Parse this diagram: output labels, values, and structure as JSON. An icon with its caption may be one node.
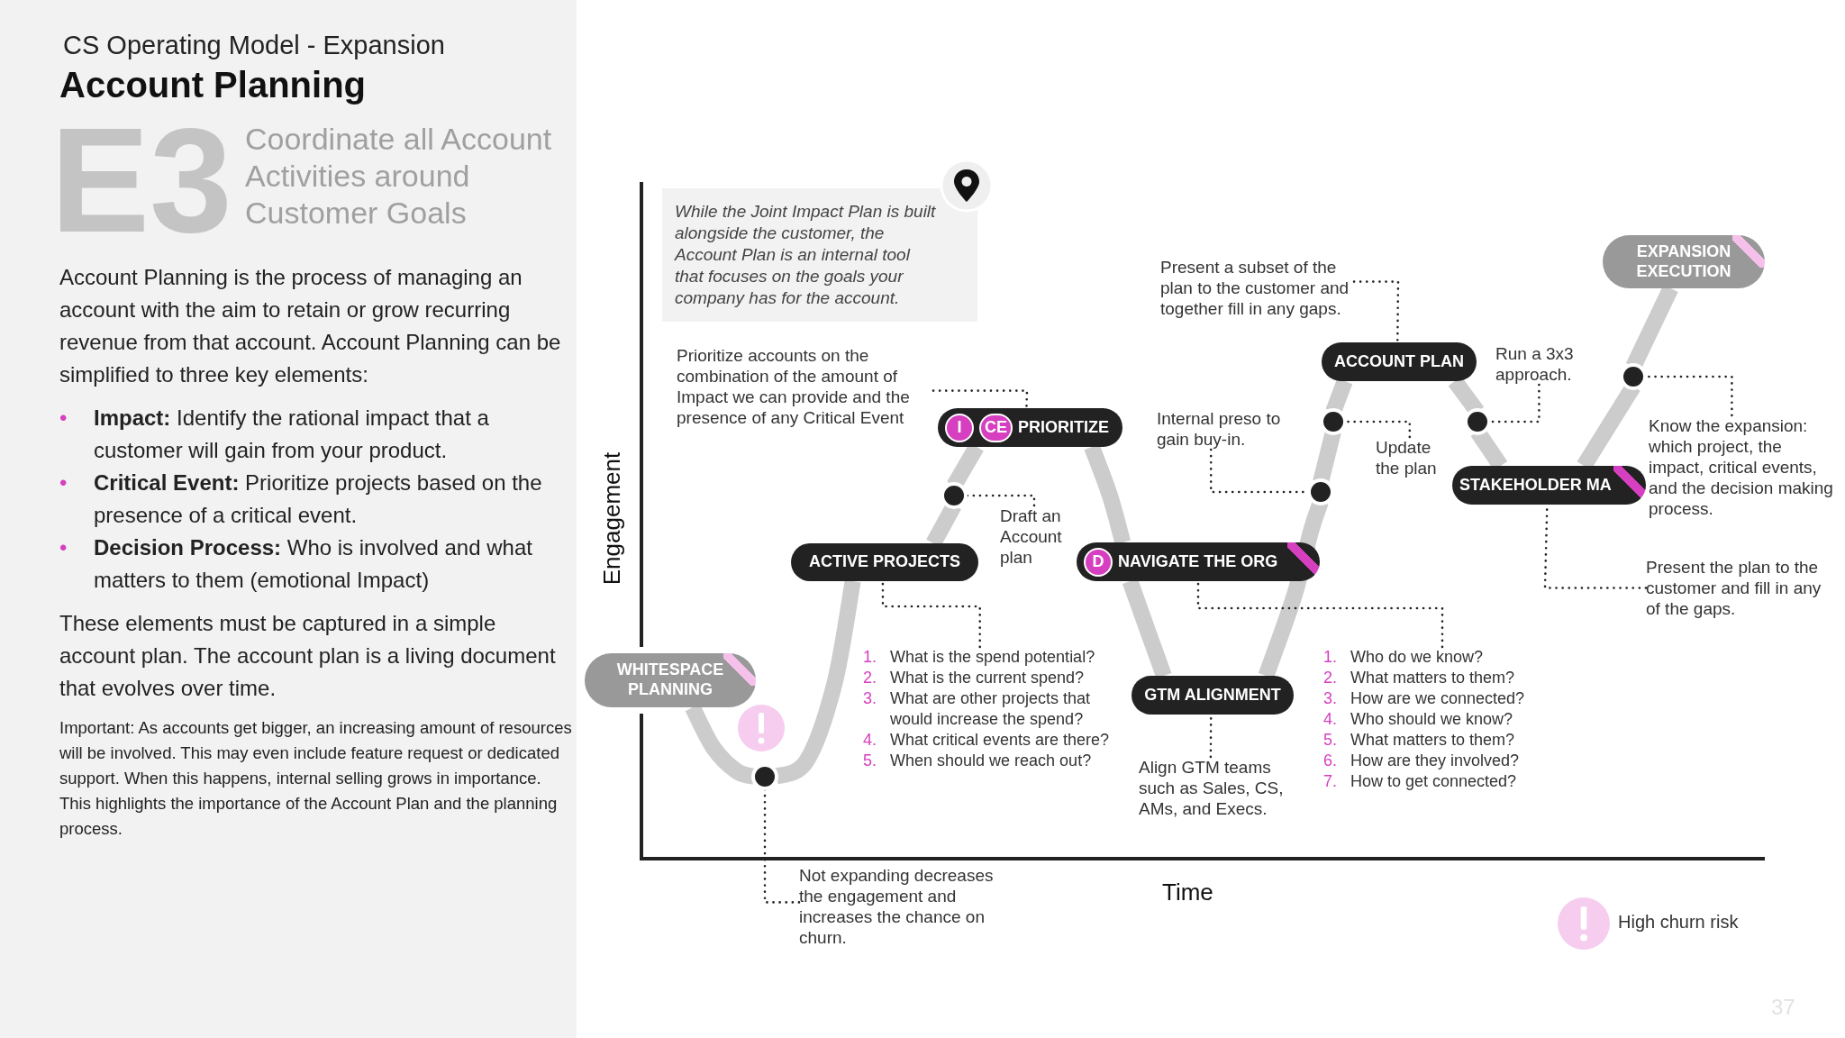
{
  "diagram": {
    "title": "Account Planning",
    "nodes": [
      {
        "text": [
          "While the Joint Impact Plan is built alongside the customer, the Account Plan is an internal tool that focuses on the goals your company has for the account."
        ]
      },
      {
        "text": [
          "WHITESPACE PLANNING"
        ]
      },
      {
        "text": [],
        "shape": "circle"
      },
      {
        "text": [
          "ACTIVE PROJECTS"
        ]
      },
      {
        "text": [],
        "shape": "circle"
      },
      {
        "text": [
          "PRIORITIZE"
        ]
      },
      {
        "text": [
          "I"
        ],
        "in": 5
      },
      {
        "text": [
          "CE"
        ],
        "in": 5
      },
      {
        "text": [
          "NAVIGATE THE ORG"
        ]
      },
      {
        "text": [
          "D"
        ],
        "in": 8
      },
      {
        "text": [
          "GTM ALIGNMENT"
        ]
      },
      {
        "text": [],
        "shape": "circle"
      },
      {
        "text": [],
        "shape": "circle"
      },
      {
        "text": [
          "ACCOUNT PLAN"
        ]
      },
      {
        "text": [],
        "shape": "circle"
      },
      {
        "text": [
          "STAKEHOLDER MA"
        ]
      },
      {
        "text": [],
        "shape": "circle"
      },
      {
        "text": [
          "EXPANSION EXECUTION"
        ]
      },
      {
        "text": [
          "Prioritize accounts on the combination of the amount of Impact we can provide and the presence of any Critical Event"
        ]
      },
      {
        "text": [
          "Draft an Account plan"
        ]
      },
      {
        "text": [
          "1. What is the spend potential?",
          "2. What is the current spend?",
          "3. What are other projects that would increase the spend?",
          "4. What critical events are there?",
          "5. When should we reach out?"
        ]
      },
      {
        "text": [
          "Not expanding decreases the engagement and increases the chance on churn."
        ]
      },
      {
        "text": [
          "1. Who do we know?",
          "2. What matters to them?",
          "3. How are we connected?",
          "4. Who should we know?",
          "5. What matters to them?",
          "6. How are they involved?",
          "7. How to get connected?"
        ]
      },
      {
        "text": [
          "Align GTM teams such as Sales, CS, AMs, and Execs."
        ]
      },
      {
        "text": [
          "Internal preso to gain buy-in."
        ]
      },
      {
        "text": [
          "Update the plan"
        ]
      },
      {
        "text": [
          "Present a subset of the plan to the customer and together fill in any gaps."
        ]
      },
      {
        "text": [
          "Run a 3x3 approach."
        ]
      },
      {
        "text": [
          "Know the expansion: which project, the impact, critical events, and the decision making process."
        ]
      },
      {
        "text": [
          "Present the plan to the customer and fill in any of the gaps."
        ]
      }
    ],
    "edges": [
      {
        "from": 1,
        "to": 2,
        "arrow": "none"
      },
      {
        "from": 2,
        "to": 3,
        "arrow": "none"
      },
      {
        "from": 3,
        "to": 4,
        "arrow": "none"
      },
      {
        "from": 4,
        "to": 5,
        "arrow": "none"
      },
      {
        "from": 5,
        "to": 8,
        "arrow": "none"
      },
      {
        "from": 8,
        "to": 10,
        "arrow": "none"
      },
      {
        "from": 10,
        "to": 11,
        "arrow": "none"
      },
      {
        "from": 11,
        "to": 12,
        "arrow": "none"
      },
      {
        "from": 12,
        "to": 13,
        "arrow": "none"
      },
      {
        "from": 13,
        "to": 14,
        "arrow": "none"
      },
      {
        "from": 14,
        "to": 15,
        "arrow": "none"
      },
      {
        "from": 15,
        "to": 16,
        "arrow": "none"
      },
      {
        "from": 16,
        "to": 17,
        "arrow": "none"
      },
      {
        "from": 18,
        "to": 5,
        "arrow": "none",
        "style": "dashed",
        "color": "#222222"
      },
      {
        "from": 19,
        "to": 4,
        "arrow": "none",
        "style": "dashed",
        "color": "#222222"
      },
      {
        "from": 20,
        "to": 3,
        "arrow": "none",
        "style": "dashed",
        "color": "#222222"
      },
      {
        "from": 21,
        "to": 2,
        "arrow": "none",
        "style": "dashed",
        "color": "#222222"
      },
      {
        "from": 22,
        "to": 8,
        "arrow": "none",
        "style": "dashed",
        "color": "#222222"
      },
      {
        "from": 23,
        "to": 10,
        "arrow": "none",
        "style": "dashed",
        "color": "#222222"
      },
      {
        "from": 24,
        "to": 11,
        "arrow": "none",
        "style": "dashed",
        "color": "#222222"
      },
      {
        "from": 25,
        "to": 12,
        "arrow": "none",
        "style": "dashed",
        "color": "#222222"
      },
      {
        "from": 26,
        "to": 13,
        "arrow": "none",
        "style": "dashed",
        "color": "#222222"
      },
      {
        "from": 27,
        "to": 14,
        "arrow": "none",
        "style": "dashed",
        "color": "#222222"
      },
      {
        "from": 28,
        "to": 16,
        "arrow": "none",
        "style": "dashed",
        "color": "#222222"
      },
      {
        "from": 29,
        "to": 15,
        "arrow": "none",
        "style": "dashed",
        "color": "#222222"
      }
    ],
    "labels": [
      "CS Operating Model - Expansion",
      "E3",
      "Coordinate all Account Activities around Customer Goals",
      "Account Planning is the process of managing an account with the aim to retain or grow recurring revenue from that account. Account Planning can be simplified to three key elements:",
      "• **Impact:** Identify the rational impact that a customer will gain from your product.",
      "• **Critical Event:** Prioritize projects based on the presence of a critical event.",
      "• **Decision Process:** Who is involved and what matters to them (emotional Impact)",
      "These elements must be captured in a simple account plan. The account plan is a living document that evolves over time.",
      "Important: As accounts get bigger, an increasing amount of resources will be involved. This may even include feature request or dedicated support. When this happens, internal selling grows in importance. This highlights the importance of the Account Plan and the planning process.",
      "Engagement",
      "Time",
      "37"
    ],
    "legend": [
      {
        "text": "High churn risk"
      }
    ]
  }
}
